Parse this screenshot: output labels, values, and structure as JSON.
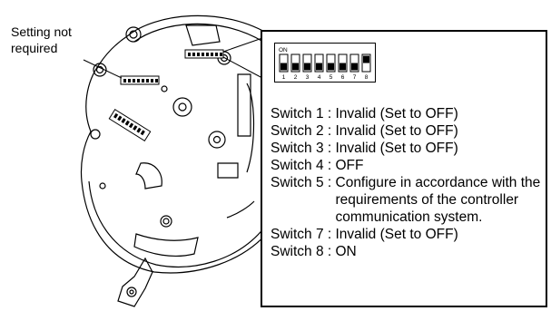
{
  "callout": {
    "line1": "Setting not",
    "line2": "required"
  },
  "dip": {
    "on_label": "ON",
    "numbers": [
      "1",
      "2",
      "3",
      "4",
      "5",
      "6",
      "7",
      "8"
    ],
    "positions": [
      "OFF",
      "OFF",
      "OFF",
      "OFF",
      "OFF",
      "OFF",
      "OFF",
      "ON"
    ]
  },
  "switches": [
    {
      "name": "Switch 1 : ",
      "desc": "Invalid (Set to OFF)"
    },
    {
      "name": "Switch 2 : ",
      "desc": "Invalid (Set to OFF)"
    },
    {
      "name": "Switch 3 : ",
      "desc": "Invalid (Set to OFF)"
    },
    {
      "name": "Switch 4 : ",
      "desc": "OFF"
    },
    {
      "name": "Switch 5 : ",
      "desc": "Configure in accordance with the requirements of the controller communication system."
    },
    {
      "name": "Switch 7 : ",
      "desc": "Invalid (Set to OFF)"
    },
    {
      "name": "Switch 8 : ",
      "desc": "ON"
    }
  ]
}
